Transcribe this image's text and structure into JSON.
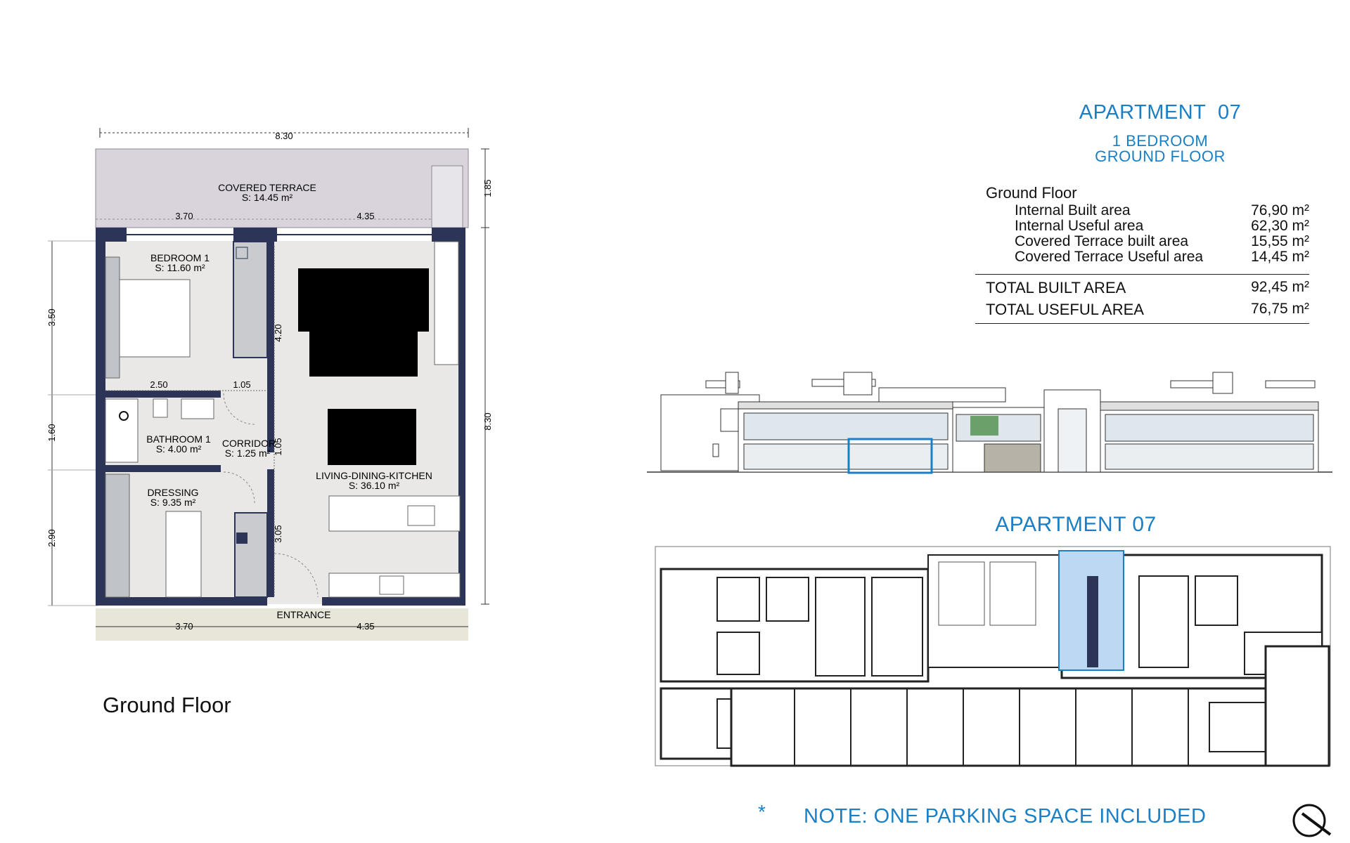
{
  "plan": {
    "rooms": {
      "terrace": {
        "name": "COVERED TERRACE",
        "area": "S: 14.45 m²"
      },
      "bedroom": {
        "name": "BEDROOM 1",
        "area": "S: 11.60 m²"
      },
      "bathroom": {
        "name": "BATHROOM 1",
        "area": "S: 4.00 m²"
      },
      "corridor": {
        "name": "CORRIDOR",
        "area": "S: 1.25 m²"
      },
      "dressing": {
        "name": "DRESSING",
        "area": "S: 9.35 m²"
      },
      "living": {
        "name": "LIVING-DINING-KITCHEN",
        "area": "S: 36.10 m²"
      }
    },
    "entrance": "ENTRANCE",
    "dims": {
      "top_total": "8.30",
      "terrace_left": "3.70",
      "terrace_right": "4.35",
      "terrace_depth": "1.85",
      "left_top": "3.50",
      "left_mid": "1.60",
      "left_bottom": "2.90",
      "right_total": "8.30",
      "bedroom_width": "2.50",
      "corridor_width": "1.05",
      "corridor_len": "1.05",
      "living_upper": "4.20",
      "living_lower": "3.05",
      "bottom_left": "3.70",
      "bottom_right": "4.35"
    },
    "caption": "Ground Floor"
  },
  "header": {
    "title": "APARTMENT  07",
    "subtitle_1": "1 BEDROOM",
    "subtitle_2": "GROUND FLOOR"
  },
  "areas": {
    "section": "Ground Floor",
    "rows": [
      {
        "label": "Internal Built area",
        "value": "76,90 m²"
      },
      {
        "label": "Internal Useful area",
        "value": "62,30 m²"
      },
      {
        "label": "Covered Terrace built area",
        "value": "15,55 m²"
      },
      {
        "label": "Covered Terrace Useful area",
        "value": "14,45 m²"
      }
    ],
    "totals": [
      {
        "label": "TOTAL BUILT AREA",
        "value": "92,45 m²"
      },
      {
        "label": "TOTAL USEFUL AREA",
        "value": "76,75 m²"
      }
    ]
  },
  "site_plan_label": "APARTMENT 07",
  "note": {
    "marker": "*",
    "text": "NOTE: ONE PARKING SPACE INCLUDED"
  },
  "colors": {
    "accent": "#1a7fc4",
    "wall": "#2c3558",
    "terrace": "#d9d4dc",
    "highlight": "#bcd8f2"
  }
}
